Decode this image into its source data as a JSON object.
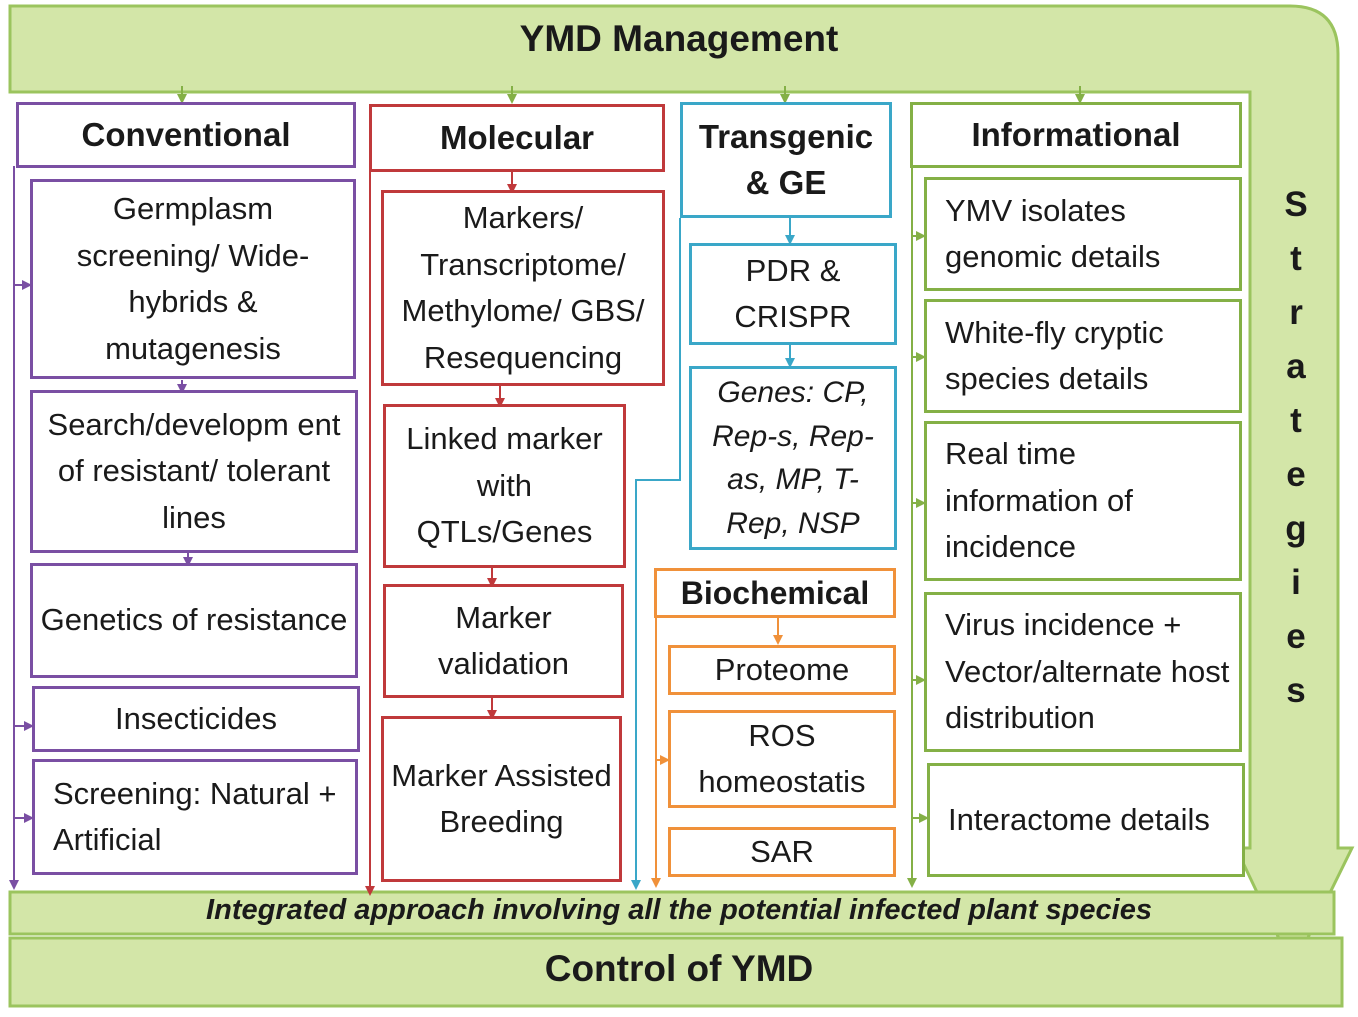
{
  "title": "YMD Management",
  "columns": {
    "conventional": {
      "header": "Conventional",
      "items": [
        "Germplasm screening/ Wide-hybrids & mutagenesis",
        "Search/developm ent of resistant/ tolerant lines",
        "Genetics of resistance",
        "Insecticides",
        "Screening: Natural + Artificial"
      ]
    },
    "molecular": {
      "header": "Molecular",
      "items": [
        "Markers/ Transcriptome/ Methylome/ GBS/ Resequencing",
        "Linked marker with QTLs/Genes",
        "Marker validation",
        "Marker Assisted Breeding"
      ]
    },
    "transgenic": {
      "header": "Transgenic & GE",
      "items": [
        "PDR & CRISPR"
      ],
      "genes_label": "Genes",
      "genes_list": ": CP, Rep-s, Rep-as, MP,  T-Rep, NSP"
    },
    "biochemical": {
      "header": "Biochemical",
      "items": [
        "Proteome",
        "ROS homeostatis",
        "SAR"
      ]
    },
    "informational": {
      "header": "Informational",
      "items": [
        "YMV isolates genomic details",
        "White-fly cryptic species details",
        "Real time information of incidence",
        "Virus incidence + Vector/alternate host distribution",
        "Interactome details"
      ]
    }
  },
  "side_label": "Strategies",
  "integrated_text": "Integrated approach involving all the potential infected plant species",
  "bottom_title": "Control of YMD",
  "colors": {
    "band": "#d3e6a8",
    "band_border": "#9bc45e",
    "conventional": "#7a4fa3",
    "molecular": "#c0393b",
    "transgenic": "#3aa7c8",
    "biochemical": "#f0913a",
    "informational": "#84b046"
  }
}
